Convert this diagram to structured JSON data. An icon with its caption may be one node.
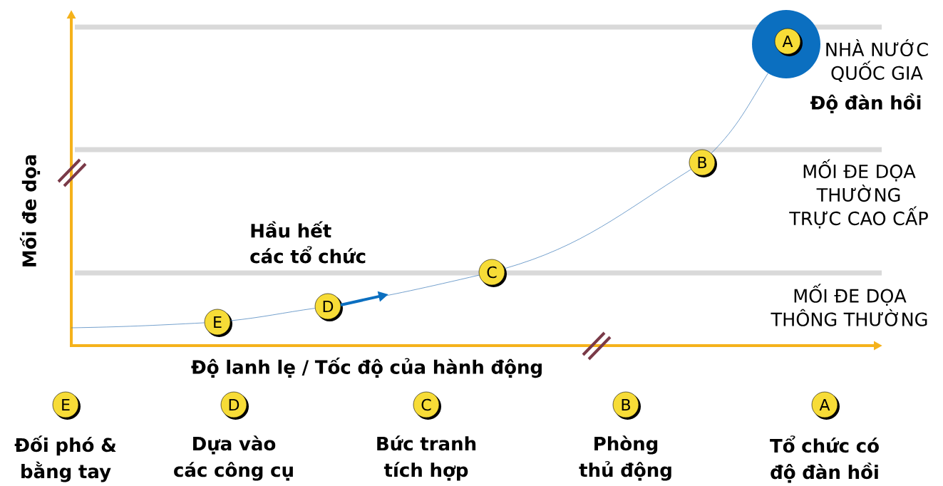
{
  "diagram": {
    "nodes": [
      {
        "text": [],
        "shape": "circle"
      },
      {
        "text": [
          "A"
        ],
        "in": 0
      },
      {
        "text": [
          "B"
        ]
      },
      {
        "text": [
          "C"
        ]
      },
      {
        "text": [
          "D"
        ]
      },
      {
        "text": [
          "E"
        ]
      },
      {
        "text": [
          "E"
        ],
        "beside": [
          "Đối phó & bằng tay"
        ]
      },
      {
        "text": [
          "D"
        ],
        "beside": [
          "Dựa vào các công cụ"
        ]
      },
      {
        "text": [
          "C"
        ],
        "beside": [
          "Bức tranh tích hợp"
        ]
      },
      {
        "text": [
          "B"
        ],
        "beside": [
          "Phòng thủ động"
        ]
      },
      {
        "text": [
          "A"
        ],
        "beside": [
          "Tổ chức có độ đàn hồi"
        ]
      }
    ],
    "edges": [
      {
        "from": null,
        "to": 5,
        "arrow": "none"
      },
      {
        "from": 5,
        "to": 4,
        "arrow": "none"
      },
      {
        "from": 4,
        "to": 3,
        "arrow": "none"
      },
      {
        "from": 3,
        "to": 2,
        "arrow": "none"
      },
      {
        "from": 2,
        "to": 0,
        "arrow": "none"
      }
    ],
    "labels": [
      "NHÀ NƯỚC QUỐC GIA",
      "Độ đàn hồi",
      "MỐI ĐE DỌA THƯỜNG TRỰC CAO CẤP",
      "Mối đe dọa",
      "Hầu hết các tổ chức",
      "MỐI ĐE DỌA THÔNG THƯỜNG",
      "Độ lanh lẹ / Tốc độ của hành động"
    ]
  }
}
